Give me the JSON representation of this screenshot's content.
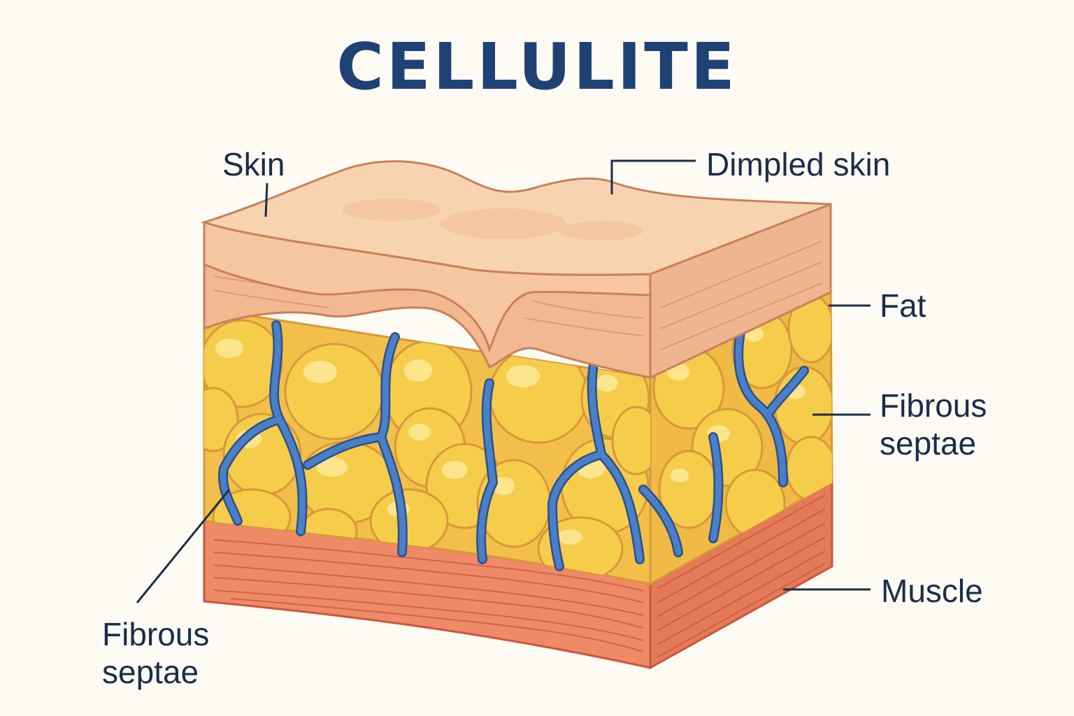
{
  "title": "CELLULITE",
  "colors": {
    "background": "#fdfbf4",
    "title": "#1f4274",
    "label_text": "#1c2d4a",
    "leader_line": "#1c2d4a",
    "skin_surface": "#f8d3b0",
    "skin_front": "#f2b890",
    "skin_outline": "#c9805a",
    "fat_cell": "#f6cd4a",
    "fat_cell_highlight": "#fde58e",
    "fat_outline": "#d9973a",
    "fibrous_septae": "#3d6db5",
    "muscle": "#ee8a66",
    "muscle_fiber": "#c8573c"
  },
  "labels": {
    "skin": "Skin",
    "dimpled_skin": "Dimpled skin",
    "fat": "Fat",
    "fibrous_septae_right": "Fibrous\nseptae",
    "fibrous_septae_left": "Fibrous\nseptae",
    "muscle": "Muscle"
  }
}
